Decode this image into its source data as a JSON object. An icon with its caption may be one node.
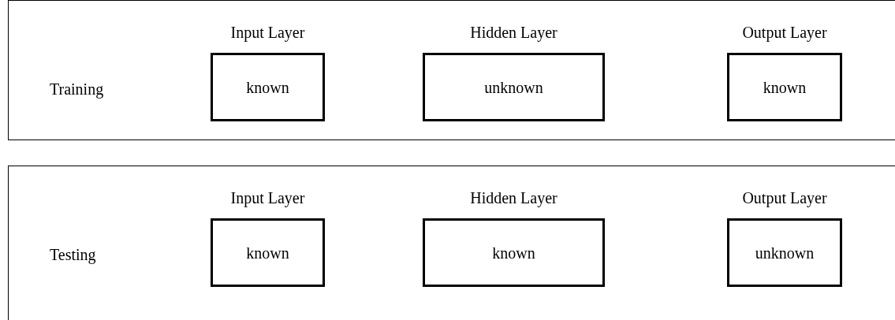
{
  "diagram": {
    "nodes": [
      {
        "text": [
          "Training"
        ]
      },
      {
        "text": [
          "Input Layer",
          "known"
        ],
        "in": 0
      },
      {
        "text": [
          "Hidden Layer",
          "unknown"
        ],
        "in": 0
      },
      {
        "text": [
          "Output Layer",
          "known"
        ],
        "in": 0
      },
      {
        "text": [
          "Testing"
        ]
      },
      {
        "text": [
          "Input Layer",
          "known"
        ],
        "in": 4
      },
      {
        "text": [
          "Hidden Layer",
          "known"
        ],
        "in": 4
      },
      {
        "text": [
          "Output Layer",
          "unknown"
        ],
        "in": 4
      }
    ]
  }
}
